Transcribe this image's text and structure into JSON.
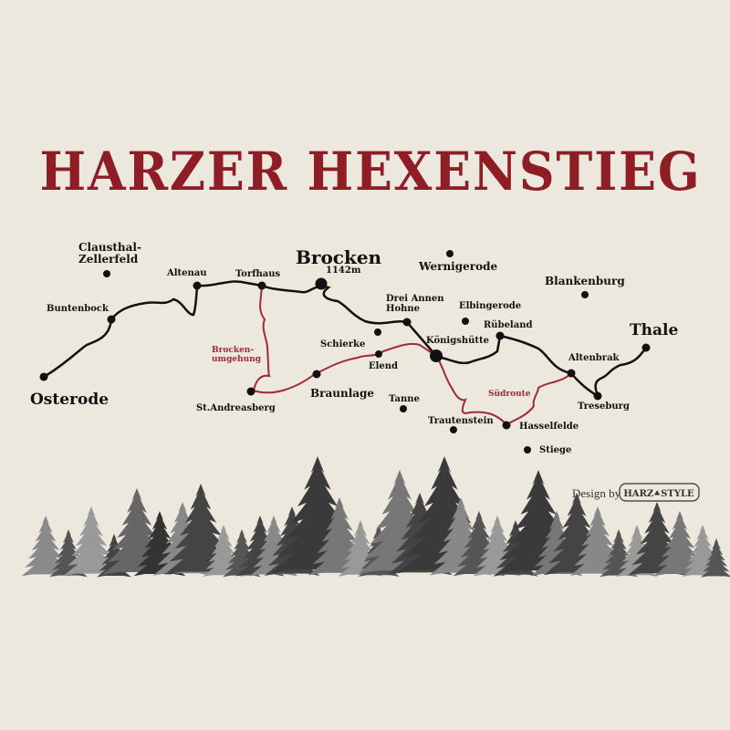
{
  "title": "HARZER HEXENSTIEG",
  "places": [
    {
      "name": "Clausthal-"
    },
    {
      "name": "Zellerfeld"
    },
    {
      "name": "Altenau"
    },
    {
      "name": "Torfhaus"
    },
    {
      "name": "Brocken"
    },
    {
      "name": "1142m"
    },
    {
      "name": "Wernigerode"
    },
    {
      "name": "Blankenburg"
    },
    {
      "name": "Buntenbock"
    },
    {
      "name": "Drei Annen"
    },
    {
      "name": "Hohne"
    },
    {
      "name": "Elbingerode"
    },
    {
      "name": "Rübeland"
    },
    {
      "name": "Thale"
    },
    {
      "name": "Schierke"
    },
    {
      "name": "Königshütte"
    },
    {
      "name": "Elend"
    },
    {
      "name": "Altenbrak"
    },
    {
      "name": "Osterode"
    },
    {
      "name": "St.Andreasberg"
    },
    {
      "name": "Braunlage"
    },
    {
      "name": "Tanne"
    },
    {
      "name": "Treseburg"
    },
    {
      "name": "Trautenstein"
    },
    {
      "name": "Hasselfelde"
    },
    {
      "name": "Stiege"
    }
  ],
  "routes": {
    "alt1_line1": "Brocken-",
    "alt1_line2": "umgehung",
    "alt2": "Südroute"
  },
  "credit": {
    "prefix": "Design by",
    "brand": "HARZ⯅STYLE"
  },
  "colors": {
    "background": "#ede8dd",
    "title": "#8f1d25",
    "main_route": "#111111",
    "alt_route": "#a3283a"
  }
}
